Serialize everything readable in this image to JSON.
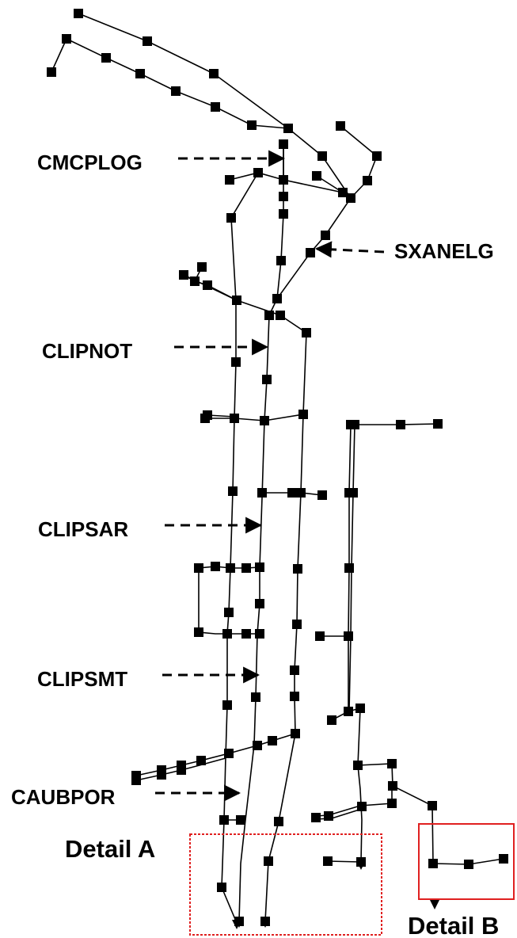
{
  "labels": {
    "cmcplog": "CMCPLOG",
    "sxanelg": "SXANELG",
    "clipnot": "CLIPNOT",
    "clipsar": "CLIPSAR",
    "clipsmt": "CLIPSMT",
    "caubpor": "CAUBPOR",
    "detail_a": "Detail A",
    "detail_b": "Detail B"
  },
  "colors": {
    "line": "#000000",
    "node": "#000000",
    "detail_box": "#e02020"
  }
}
